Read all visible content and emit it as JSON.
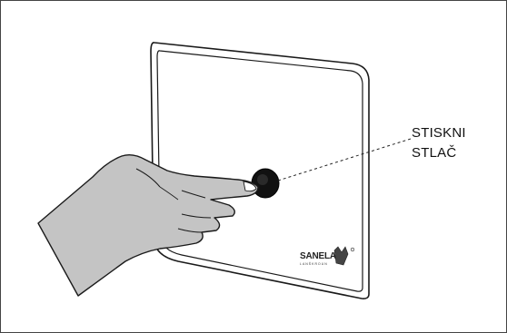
{
  "callout": {
    "line1": "STISKNI",
    "line2": "STLAČ"
  },
  "brand": {
    "name": "SANELA",
    "sub": "LANŠKROUN"
  },
  "colors": {
    "hand_fill": "#c4c4c4",
    "outline": "#1a1a1a",
    "button": "#111111"
  },
  "icons": {
    "hand": "pointing-hand-icon",
    "button": "push-button-icon",
    "logo": "sanela-logo-icon"
  }
}
